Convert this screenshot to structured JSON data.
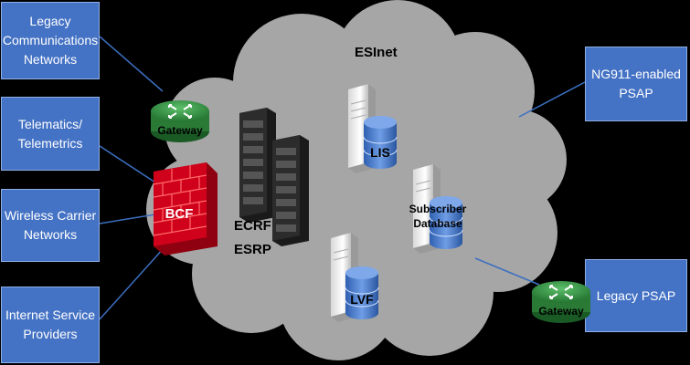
{
  "diagram": {
    "network_label": "ESInet",
    "left_boxes": [
      {
        "label": "Legacy\nCommunications\nNetworks"
      },
      {
        "label": "Telematics/\nTelemetrics"
      },
      {
        "label": "Wireless Carrier\nNetworks"
      },
      {
        "label": "Internet Service\nProviders"
      }
    ],
    "right_boxes": [
      {
        "label": "NG911-enabled\nPSAP"
      },
      {
        "label": "Legacy PSAP"
      }
    ],
    "gateway_label": "Gateway",
    "bcf_label": "BCF",
    "ecrf_label": "ECRF",
    "esrp_label": "ESRP",
    "lis_label": "LIS",
    "lvf_label": "LVF",
    "subscriber_db_label_1": "Subscriber",
    "subscriber_db_label_2": "Database",
    "colors": {
      "box_fill": "#4472c4",
      "cloud_fill": "#a6a6a6",
      "gateway_fill": "#2e8b3e",
      "firewall_fill": "#d0021b",
      "database_fill": "#4a7fd0"
    }
  }
}
